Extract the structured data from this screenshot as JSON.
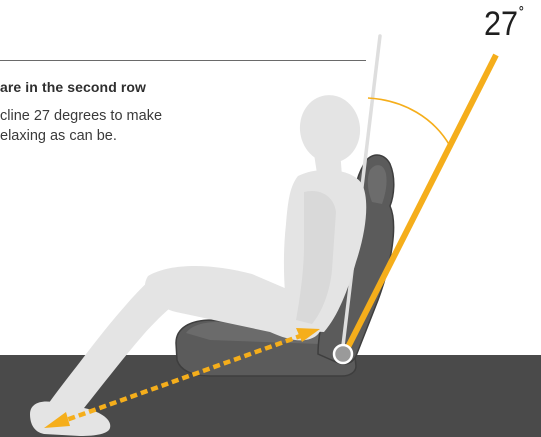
{
  "heading": "are in the second row",
  "body_lines": [
    "cline 27 degrees to make",
    "elaxing as can be."
  ],
  "angle": {
    "value": "27",
    "unit": "˚"
  },
  "colors": {
    "accent": "#f5ae1b",
    "seat": "#5a5a5a",
    "figure": "#e6e6e6",
    "floor": "#4a4a4a",
    "text": "#333333"
  }
}
